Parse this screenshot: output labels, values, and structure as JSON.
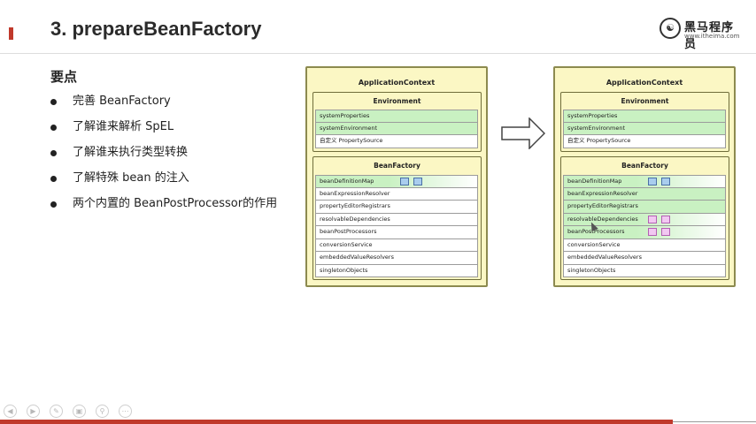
{
  "slide": {
    "title": "3. prepareBeanFactory",
    "section": "要点",
    "bullets": [
      "完善 BeanFactory",
      "了解谁来解析 SpEL",
      "了解谁来执行类型转换",
      "了解特殊 bean 的注入",
      "两个内置的 BeanPostProcessor的作用"
    ]
  },
  "logo": {
    "name": "黑马程序员",
    "url": "www.itheima.com",
    "icon": "itheima-logo-icon"
  },
  "colors": {
    "accent": "#c0392b",
    "context_fill": "#fbf7c4",
    "green_row": "#c9f1c2",
    "blue_square": "#a9cdee",
    "pink_square": "#f2c8f2"
  },
  "diagram_left": {
    "context_title": "ApplicationContext",
    "env_title": "Environment",
    "env_rows": [
      "systemProperties",
      "systemEnvironment",
      "自定义 PropertySource"
    ],
    "bf_title": "BeanFactory",
    "bf_rows": [
      "beanDefinitionMap",
      "beanExpressionResolver",
      "propertyEditorRegistrars",
      "resolvableDependencies",
      "beanPostProcessors",
      "conversionService",
      "embeddedValueResolvers",
      "singletonObjects"
    ]
  },
  "diagram_right": {
    "context_title": "ApplicationContext",
    "env_title": "Environment",
    "env_rows": [
      "systemProperties",
      "systemEnvironment",
      "自定义 PropertySource"
    ],
    "bf_title": "BeanFactory",
    "bf_rows": [
      "beanDefinitionMap",
      "beanExpressionResolver",
      "propertyEditorRegistrars",
      "resolvableDependencies",
      "beanPostProcessors",
      "conversionService",
      "embeddedValueResolvers",
      "singletonObjects"
    ]
  },
  "toolbar": {
    "icons": [
      "prev-icon",
      "next-icon",
      "pen-icon",
      "slides-icon",
      "zoom-icon",
      "more-icon"
    ]
  }
}
